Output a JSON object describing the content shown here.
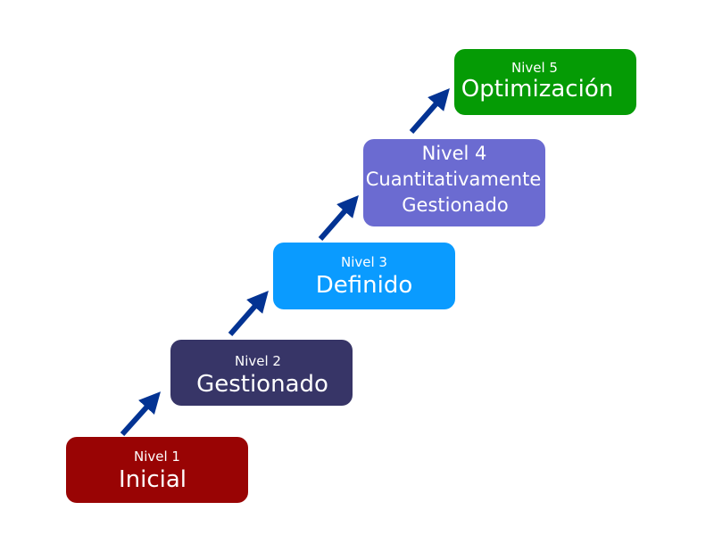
{
  "colors": {
    "level1": "#990404",
    "level2": "#373567",
    "level3": "#0a9bff",
    "level4": "#6b6bd1",
    "level5": "#059b05",
    "arrow": "#033393",
    "text": "#ffffff"
  },
  "levels": [
    {
      "label": "Nivel 1",
      "name": "Inicial"
    },
    {
      "label": "Nivel 2",
      "name": "Gestionado"
    },
    {
      "label": "Nivel 3",
      "name": "Definido"
    },
    {
      "label": "Nivel 4",
      "name_line1": "Cuantitativamente",
      "name_line2": "Gestionado"
    },
    {
      "label": "Nivel 5",
      "name": "Optimización"
    }
  ]
}
